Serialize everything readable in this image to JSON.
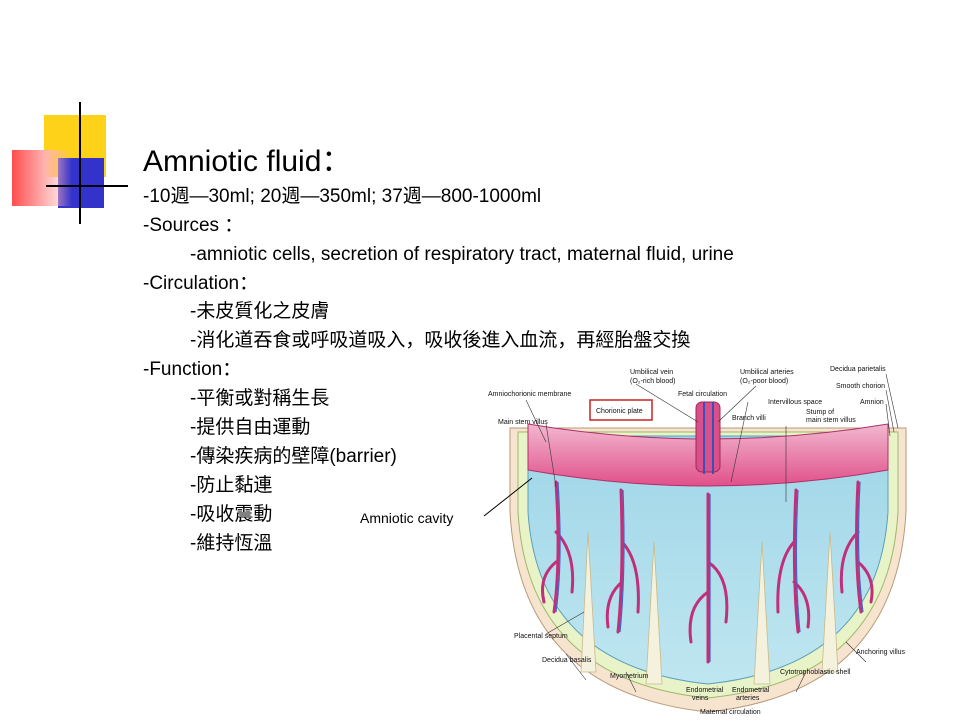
{
  "slide": {
    "title": "Amniotic fluid：",
    "volume_line": "-10週—30ml; 20週—350ml; 37週—800-1000ml",
    "sources_label": "-Sources ：",
    "sources_text": "-amniotic cells, secretion of respiratory tract, maternal fluid, urine",
    "circulation_label": "-Circulation：",
    "circulation_items": [
      "-未皮質化之皮膚",
      "-消化道吞食或呼吸道吸入，吸收後進入血流，再經胎盤交換"
    ],
    "function_label": "-Function：",
    "function_items": [
      "-平衡或對稱生長",
      "-提供自由運動",
      "-傳染疾病的壁障(barrier)",
      "-防止黏連",
      "-吸收震動",
      "-維持恆溫"
    ]
  },
  "diagram": {
    "cavity_label": "Amniotic cavity",
    "labels": {
      "amniochorionic_membrane": "Amniochorionic membrane",
      "umbilical_vein": "Umbilical vein",
      "umbilical_vein_sub": "(O₂-rich blood)",
      "umbilical_arteries": "Umbilical arteries",
      "umbilical_arteries_sub": "(O₂-poor blood)",
      "fetal_circulation": "Fetal circulation",
      "decidua_parietalis": "Decidua parietalis",
      "smooth_chorion": "Smooth chorion",
      "amnion": "Amnion",
      "chorionic_plate": "Chorionic plate",
      "branch_villi": "Branch villi",
      "intervillous_space": "Intervillous space",
      "stump": "Stump of",
      "stump_sub": "main stem villus",
      "main_stem_villus": "Main stem villus",
      "placental_septum": "Placental septum",
      "decidua_basalis": "Decidua basalis",
      "myometrium": "Myometrium",
      "endometrial_veins": "Endometrial",
      "endometrial_veins_sub": "veins",
      "endometrial_arteries": "Endometrial",
      "endometrial_arteries_sub": "arteries",
      "maternal_circulation": "Maternal circulation",
      "cytotrophoblastic_shell": "Cytotrophoblastic shell",
      "anchoring_villus": "Anchoring villus"
    },
    "colors": {
      "deco_yellow": "#ffd21a",
      "deco_blue": "#3333cc",
      "deco_red": "#ff4d4d",
      "chorionic_plate_box": "#cc2222"
    }
  }
}
